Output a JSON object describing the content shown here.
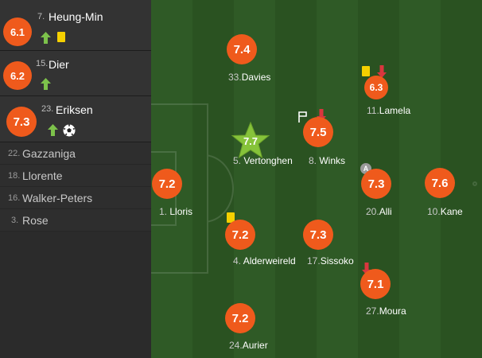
{
  "subs": [
    {
      "number": "7.",
      "name": "Heung-Min",
      "rating": "6.1",
      "icons": [
        "sub-on-arrow-icon",
        "yellow-card-icon"
      ]
    },
    {
      "number": "15.",
      "name": "Dier",
      "rating": "6.2",
      "icons": [
        "sub-on-arrow-icon"
      ]
    },
    {
      "number": "23.",
      "name": "Eriksen",
      "rating": "7.3",
      "icons": [
        "sub-on-arrow-icon",
        "goal-ball-icon"
      ]
    }
  ],
  "unused_subs": [
    {
      "number": "22.",
      "name": "Gazzaniga"
    },
    {
      "number": "18.",
      "name": "Llorente"
    },
    {
      "number": "16.",
      "name": "Walker-Peters"
    },
    {
      "number": "3.",
      "name": "Rose"
    }
  ],
  "players": {
    "lloris": {
      "number": "1.",
      "name": "Lloris",
      "rating": "7.2"
    },
    "davies": {
      "number": "33.",
      "name": "Davies",
      "rating": "7.4"
    },
    "vertonghen": {
      "number": "5.",
      "name": "Vertonghen",
      "rating": "7.7",
      "badge": "man-of-the-match-star-icon"
    },
    "alderweireld": {
      "number": "4.",
      "name": "Alderweireld",
      "rating": "7.2",
      "badge": "yellow-card-icon"
    },
    "aurier": {
      "number": "24.",
      "name": "Aurier",
      "rating": "7.2"
    },
    "winks": {
      "number": "8.",
      "name": "Winks",
      "rating": "7.5",
      "badge": "sub-off-arrow-icon"
    },
    "sissoko": {
      "number": "17.",
      "name": "Sissoko",
      "rating": "7.3"
    },
    "lamela": {
      "number": "11.",
      "name": "Lamela",
      "rating": "6.3",
      "badge": "sub-off-arrow-icon"
    },
    "alli": {
      "number": "20.",
      "name": "Alli",
      "rating": "7.3",
      "badge": "assist-icon",
      "badge_text": "A"
    },
    "moura": {
      "number": "27.",
      "name": "Moura",
      "rating": "7.1",
      "badge": "sub-off-arrow-icon"
    },
    "kane": {
      "number": "10.",
      "name": "Kane",
      "rating": "7.6"
    }
  },
  "colors": {
    "rating": "#ef5a1c",
    "pitch_light": "#2f5a26",
    "pitch_dark": "#2a5221",
    "sub_on": "#7dc24b",
    "sub_off": "#d9363e",
    "yellow_card": "#f5d000",
    "motm_star": "#86c33a"
  }
}
